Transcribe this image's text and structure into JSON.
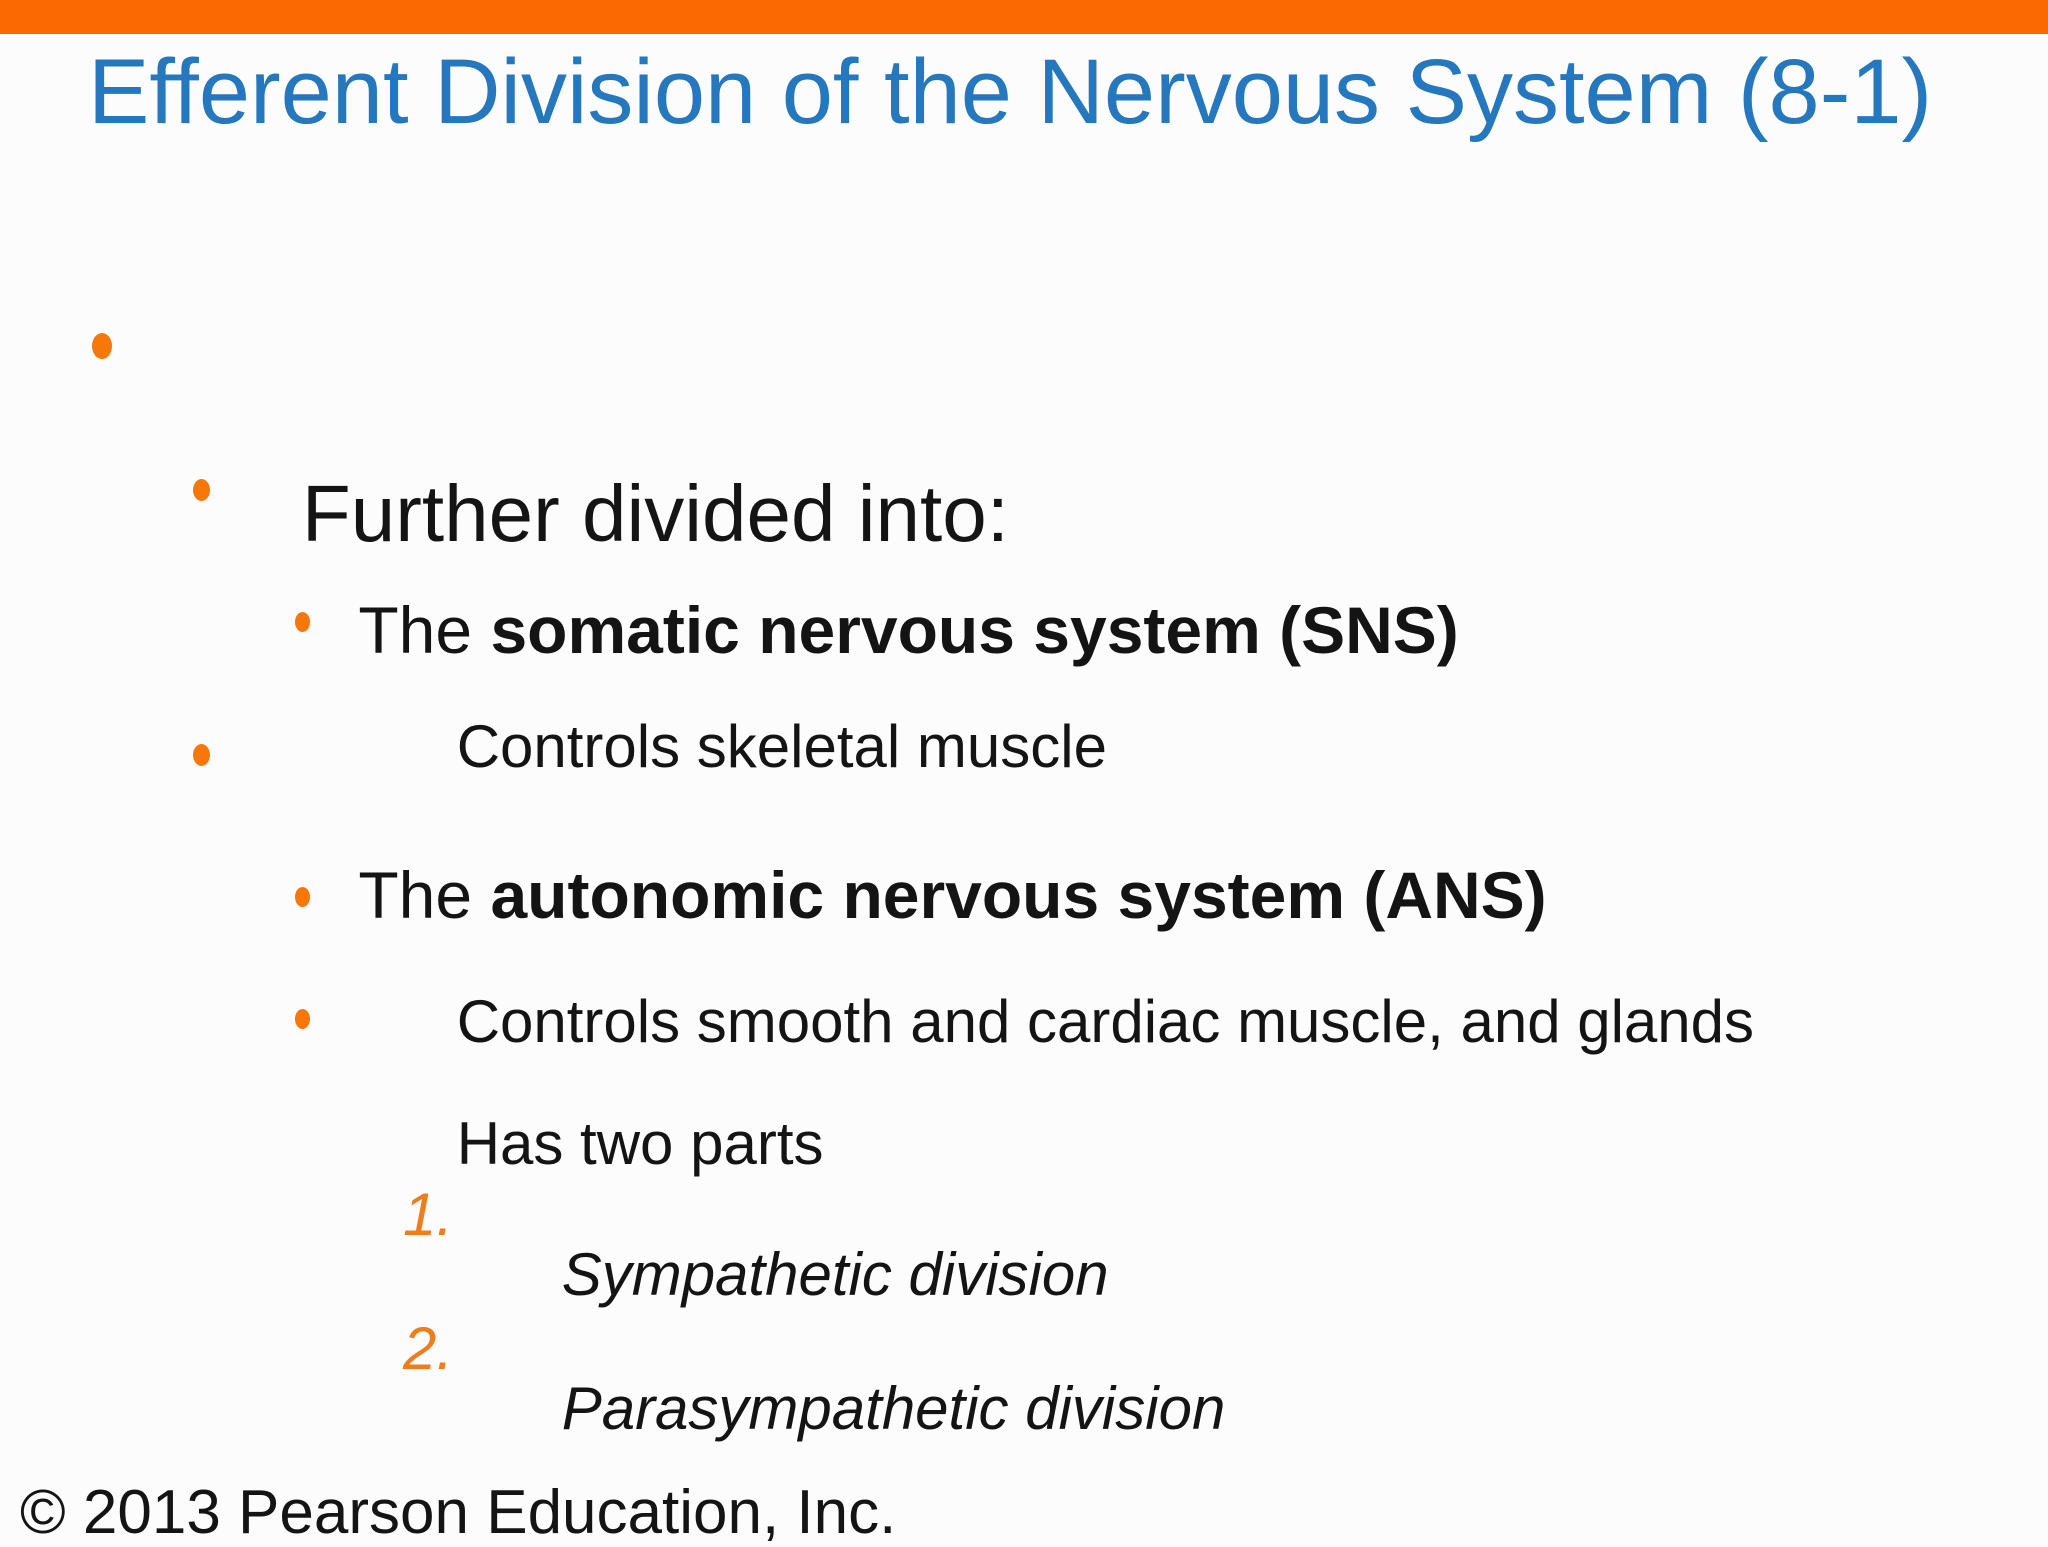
{
  "slide": {
    "title": "Efferent Division of the Nervous System (8-1)",
    "footer": "© 2013 Pearson Education, Inc.",
    "colors": {
      "top_bar": "#FA6A00",
      "title": "#2577BE",
      "bullet": "#F8770A",
      "number": "#EE7D1E",
      "text": "#141414"
    },
    "list": {
      "l1": "Further divided into:",
      "sns": {
        "prefix": "The ",
        "bold": "somatic nervous system (SNS)"
      },
      "sns_sub": "Controls skeletal muscle",
      "ans": {
        "prefix": "The ",
        "bold": "autonomic nervous system (ANS)"
      },
      "ans_sub1": "Controls smooth and cardiac muscle, and glands",
      "ans_sub2": "Has two parts",
      "numbered": [
        {
          "number": "1.",
          "text": "Sympathetic division"
        },
        {
          "number": "2.",
          "text": "Parasympathetic division"
        }
      ]
    }
  }
}
